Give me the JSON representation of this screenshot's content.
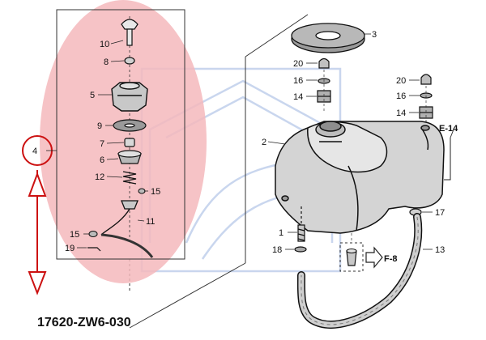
{
  "diagram": {
    "part_number": "17620-ZW6-030",
    "callouts": [
      "1",
      "2",
      "3",
      "4",
      "5",
      "6",
      "7",
      "8",
      "9",
      "10",
      "11",
      "12",
      "13",
      "14",
      "15",
      "16",
      "17",
      "18",
      "19",
      "20"
    ],
    "refs": [
      "E-14",
      "F-8"
    ]
  },
  "colors": {
    "highlight": "#f4b8bc",
    "annotation_red": "#cc1111",
    "watermark_blue": "#c9d6ee",
    "line": "#222222"
  }
}
